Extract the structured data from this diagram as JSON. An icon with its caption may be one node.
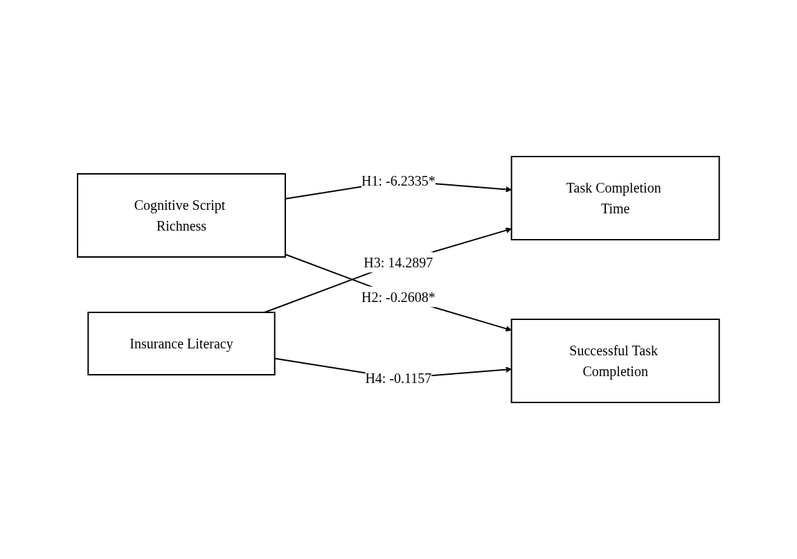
{
  "diagram": {
    "nodes": [
      {
        "text": [
          "Cognitive Script Richness"
        ]
      },
      {
        "text": [
          "Insurance Literacy"
        ]
      },
      {
        "text": [
          "Task Completion Time"
        ]
      },
      {
        "text": [
          "Successful Task Completion"
        ]
      }
    ],
    "edges": [
      {
        "from": 0,
        "to": 2,
        "arrow": "to",
        "label": "H1: -6.2335*"
      },
      {
        "from": 0,
        "to": 3,
        "arrow": "to",
        "label": "H2: -0.2608*"
      },
      {
        "from": 1,
        "to": 2,
        "arrow": "to",
        "label": "H3: 14.2897"
      },
      {
        "from": 1,
        "to": 3,
        "arrow": "to",
        "label": "H4: -0.1157"
      }
    ]
  }
}
